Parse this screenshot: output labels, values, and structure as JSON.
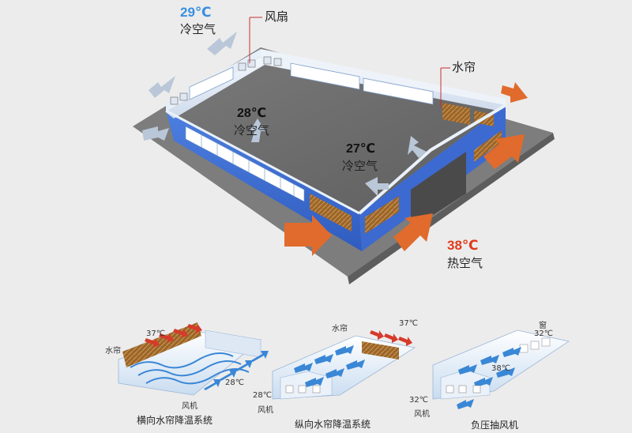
{
  "main_diagram": {
    "outside_top": {
      "temp": "29℃",
      "air": "冷空气",
      "temp_color": "#3a8fe0"
    },
    "fan_label": "风扇",
    "curtain_label": "水帘",
    "inside_left": {
      "temp": "28℃",
      "air": "冷空气"
    },
    "inside_right": {
      "temp": "27℃",
      "air": "冷空气"
    },
    "outside_hot": {
      "temp": "38℃",
      "air": "热空气",
      "temp_color": "#e03a1a"
    },
    "colors": {
      "roof": "#6f6f6f",
      "wall": "#3f6fd0",
      "ground": "#7a7a7a",
      "hot_arrow": "#e06b2c",
      "cold_arrow": "#b7c6d8",
      "curtain": "#a06a2a"
    }
  },
  "subdiagrams": [
    {
      "caption": "横向水帘降温系统",
      "curtain_label": "水帘",
      "hot_temp": "37℃",
      "cold_temp": "28℃",
      "fan_label": "风机"
    },
    {
      "caption": "纵向水帘降温系统",
      "curtain_label": "水帘",
      "hot_temp": "37℃",
      "cold_temp": "28℃",
      "fan_label": "风机"
    },
    {
      "caption": "负压抽风机",
      "window_label": "窗",
      "top_temp": "32℃",
      "mid_temp": "38℃",
      "cold_temp": "32℃",
      "fan_label": "风机"
    }
  ]
}
